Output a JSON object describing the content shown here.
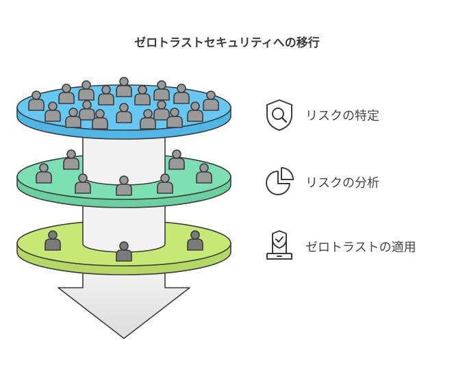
{
  "title": "ゼロトラストセキュリティへの移行",
  "colors": {
    "layer_top": "#67c9f3",
    "layer_middle": "#7ddfb4",
    "layer_bottom": "#c6e874",
    "pillar": "#f2f2f2",
    "person": "#9a9a9a",
    "person_bottom": "#7a7a7a",
    "stroke": "#3a3a3a",
    "arrow": "#e8e8e8"
  },
  "layers": [
    {
      "id": "top",
      "label": "リスクの特定",
      "icon": "magnifier-shield-icon"
    },
    {
      "id": "middle",
      "label": "リスクの分析",
      "icon": "pie-chart-icon"
    },
    {
      "id": "bottom",
      "label": "ゼロトラストの適用",
      "icon": "laptop-shield-icon"
    }
  ]
}
